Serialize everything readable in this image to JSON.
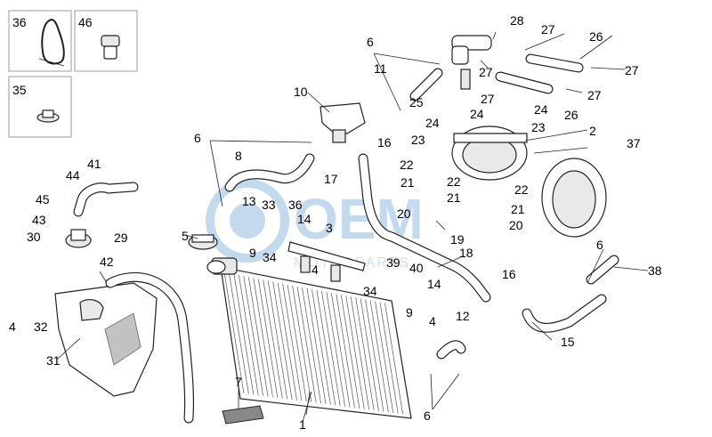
{
  "watermark": {
    "logo_text": "OEM",
    "caption": "MOTORPARTS",
    "color": "#b9d3ea"
  },
  "insets": [
    {
      "label": "36"
    },
    {
      "label": "46"
    },
    {
      "label": "35"
    }
  ],
  "callouts": [
    {
      "label": "28"
    },
    {
      "label": "27"
    },
    {
      "label": "26"
    },
    {
      "label": "27"
    },
    {
      "label": "6"
    },
    {
      "label": "11"
    },
    {
      "label": "27"
    },
    {
      "label": "27"
    },
    {
      "label": "10"
    },
    {
      "label": "25"
    },
    {
      "label": "27"
    },
    {
      "label": "26"
    },
    {
      "label": "24"
    },
    {
      "label": "24"
    },
    {
      "label": "24"
    },
    {
      "label": "23"
    },
    {
      "label": "23"
    },
    {
      "label": "2"
    },
    {
      "label": "37"
    },
    {
      "label": "6"
    },
    {
      "label": "16"
    },
    {
      "label": "8"
    },
    {
      "label": "22"
    },
    {
      "label": "21"
    },
    {
      "label": "17"
    },
    {
      "label": "22"
    },
    {
      "label": "22"
    },
    {
      "label": "21"
    },
    {
      "label": "21"
    },
    {
      "label": "20"
    },
    {
      "label": "20"
    },
    {
      "label": "19"
    },
    {
      "label": "18"
    },
    {
      "label": "41"
    },
    {
      "label": "44"
    },
    {
      "label": "45"
    },
    {
      "label": "43"
    },
    {
      "label": "30"
    },
    {
      "label": "29"
    },
    {
      "label": "42"
    },
    {
      "label": "13"
    },
    {
      "label": "33"
    },
    {
      "label": "36"
    },
    {
      "label": "14"
    },
    {
      "label": "3"
    },
    {
      "label": "5"
    },
    {
      "label": "9"
    },
    {
      "label": "34"
    },
    {
      "label": "4"
    },
    {
      "label": "39"
    },
    {
      "label": "40"
    },
    {
      "label": "34"
    },
    {
      "label": "14"
    },
    {
      "label": "9"
    },
    {
      "label": "4"
    },
    {
      "label": "16"
    },
    {
      "label": "6"
    },
    {
      "label": "38"
    },
    {
      "label": "15"
    },
    {
      "label": "12"
    },
    {
      "label": "4"
    },
    {
      "label": "32"
    },
    {
      "label": "31"
    },
    {
      "label": "7"
    },
    {
      "label": "1"
    },
    {
      "label": "6"
    }
  ]
}
